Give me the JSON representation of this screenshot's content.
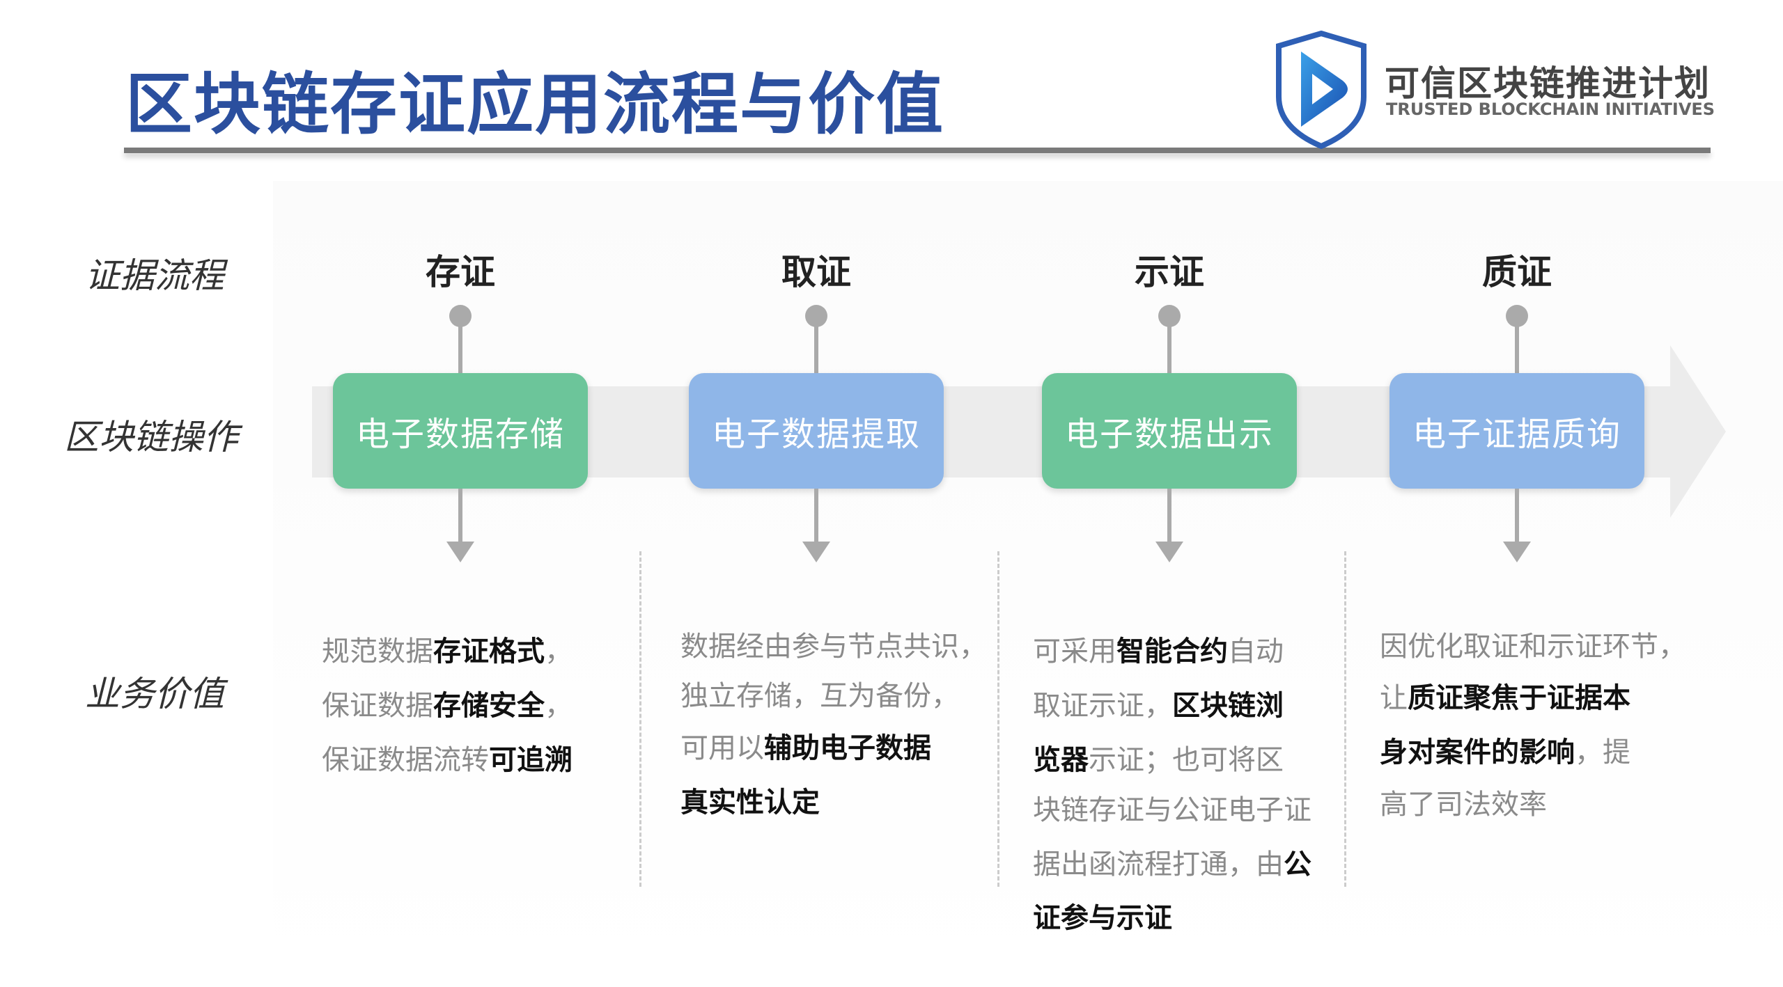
{
  "title": "区块链存证应用流程与价值",
  "logo": {
    "cn": "可信区块链推进计划",
    "en": "TRUSTED BLOCKCHAIN INITIATIVES"
  },
  "row_labels": [
    "证据流程",
    "区块链操作",
    "业务价值"
  ],
  "colors": {
    "green": "#6cc59a",
    "blue": "#8fb6e8",
    "title": "#2b4f9e"
  },
  "stages": [
    {
      "name": "存证",
      "op": "电子数据存储",
      "color": "green",
      "lines": [
        [
          {
            "t": "规范数据",
            "b": false
          },
          {
            "t": "存证格式",
            "b": true
          },
          {
            "t": "，",
            "b": false
          }
        ],
        [
          {
            "t": "保证数据",
            "b": false
          },
          {
            "t": "存储安全",
            "b": true
          },
          {
            "t": "，",
            "b": false
          }
        ],
        [
          {
            "t": "保证数据流转",
            "b": false
          },
          {
            "t": "可追溯",
            "b": true
          }
        ]
      ]
    },
    {
      "name": "取证",
      "op": "电子数据提取",
      "color": "blue",
      "lines": [
        [
          {
            "t": "数据经由参与节点共识，",
            "b": false
          }
        ],
        [
          {
            "t": "独立存储，互为备份，",
            "b": false
          }
        ],
        [
          {
            "t": "可用以",
            "b": false
          },
          {
            "t": "辅助电子数据",
            "b": true
          }
        ],
        [
          {
            "t": "真实性认定",
            "b": true
          }
        ]
      ]
    },
    {
      "name": "示证",
      "op": "电子数据出示",
      "color": "green",
      "lines": [
        [
          {
            "t": "可采用",
            "b": false
          },
          {
            "t": "智能合约",
            "b": true
          },
          {
            "t": "自动",
            "b": false
          }
        ],
        [
          {
            "t": "取证示证，",
            "b": false
          },
          {
            "t": "区块链浏",
            "b": true
          }
        ],
        [
          {
            "t": "览器",
            "b": true
          },
          {
            "t": "示证；也可将区",
            "b": false
          }
        ],
        [
          {
            "t": "块链存证与公证电子证",
            "b": false
          }
        ],
        [
          {
            "t": "据出函流程打通，由",
            "b": false
          },
          {
            "t": "公",
            "b": true
          }
        ],
        [
          {
            "t": "证参与示证",
            "b": true
          }
        ]
      ]
    },
    {
      "name": "质证",
      "op": "电子证据质询",
      "color": "blue",
      "lines": [
        [
          {
            "t": "因优化取证和示证环节，",
            "b": false
          }
        ],
        [
          {
            "t": "让",
            "b": false
          },
          {
            "t": "质证聚焦于证据本",
            "b": true
          }
        ],
        [
          {
            "t": "身对案件的影响",
            "b": true
          },
          {
            "t": "，提",
            "b": false
          }
        ],
        [
          {
            "t": "高了司法效率",
            "b": false
          }
        ]
      ]
    }
  ]
}
